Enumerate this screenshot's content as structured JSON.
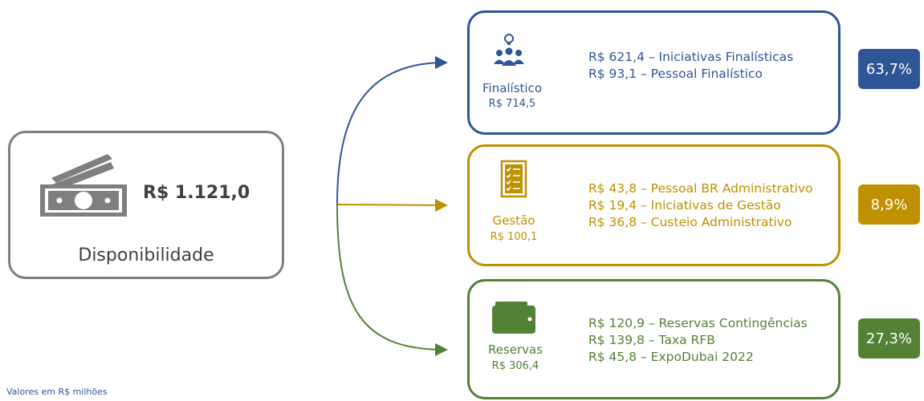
{
  "source": {
    "total": "R$ 1.121,0",
    "label": "Disponibilidade",
    "icon": "money-bills-icon",
    "color": "#7f7f7f"
  },
  "categories": [
    {
      "name": "Finalístico",
      "amount": "R$ 714,5",
      "icon": "people-idea-icon",
      "color": "#2f5597",
      "percentage": "63,7%",
      "items": [
        "R$ 621,4 – Iniciativas Finalísticas",
        "R$ 93,1 – Pessoal Finalístico"
      ]
    },
    {
      "name": "Gestão",
      "amount": "R$ 100,1",
      "icon": "checklist-icon",
      "color": "#bf9000",
      "percentage": "8,9%",
      "items": [
        "R$ 43,8 – Pessoal BR Administrativo",
        "R$ 19,4 – Iniciativas de Gestão",
        "R$ 36,8 – Custeio Administrativo"
      ]
    },
    {
      "name": "Reservas",
      "amount": "R$ 306,4",
      "icon": "wallet-icon",
      "color": "#538135",
      "percentage": "27,3%",
      "items": [
        "R$ 120,9 – Reservas Contingências",
        "R$ 139,8 – Taxa RFB",
        "R$ 45,8 – ExpoDubai 2022"
      ]
    }
  ],
  "footnote": "Valores em R$ milhões"
}
